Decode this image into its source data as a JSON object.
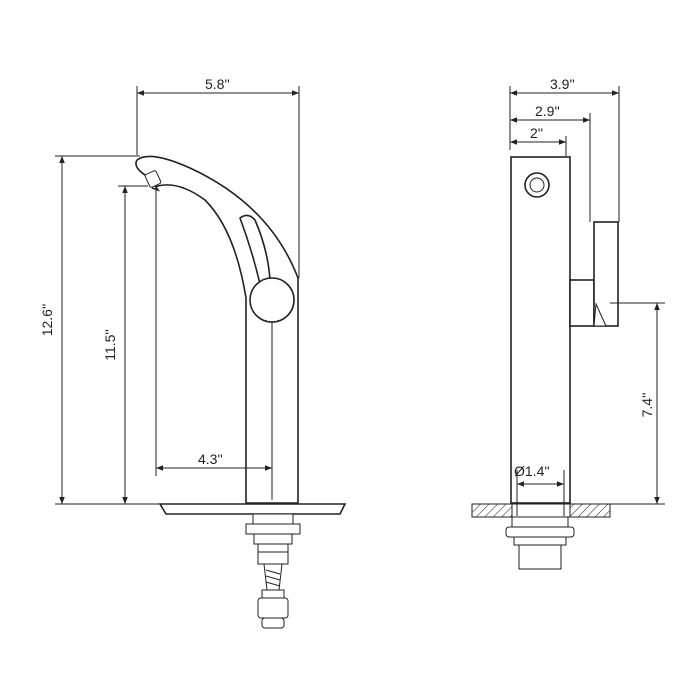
{
  "side_view": {
    "width_label": "5.8''",
    "height_label": "12.6''",
    "spout_height_label": "11.5''",
    "reach_label": "4.3''"
  },
  "front_view": {
    "width_label": "3.9''",
    "depth_label": "2.9''",
    "base_label": "2''",
    "handle_height_label": "7.4''",
    "diameter_label": "Ø1.4''"
  }
}
